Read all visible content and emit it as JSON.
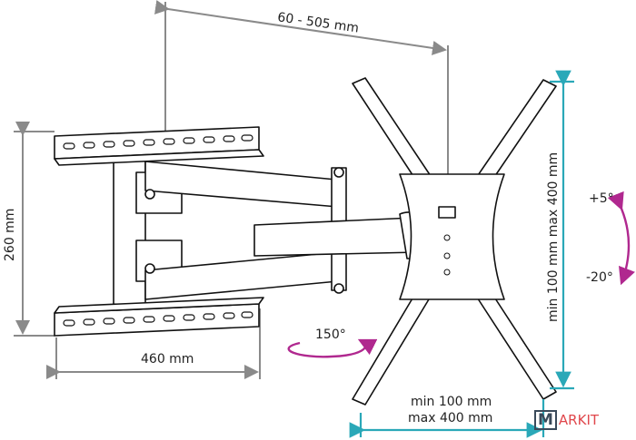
{
  "dimensions": {
    "arm_extension": "60 - 505 mm",
    "wall_plate_height": "260 mm",
    "wall_plate_width": "460 mm",
    "vesa_vertical": "min 100 mm max 400 mm",
    "vesa_horizontal_min": "min 100 mm",
    "vesa_horizontal_max": "max 400 mm"
  },
  "angles": {
    "swivel": "150°",
    "tilt_up": "+5°",
    "tilt_down": "-20°"
  },
  "logo": {
    "text": "MARKIT"
  },
  "colors": {
    "dimension_gray": "#8a8a8a",
    "dimension_teal": "#2aa8b8",
    "rotation_magenta": "#b0288f",
    "logo_red": "#e0474c",
    "logo_navy": "#3a4a5a"
  }
}
